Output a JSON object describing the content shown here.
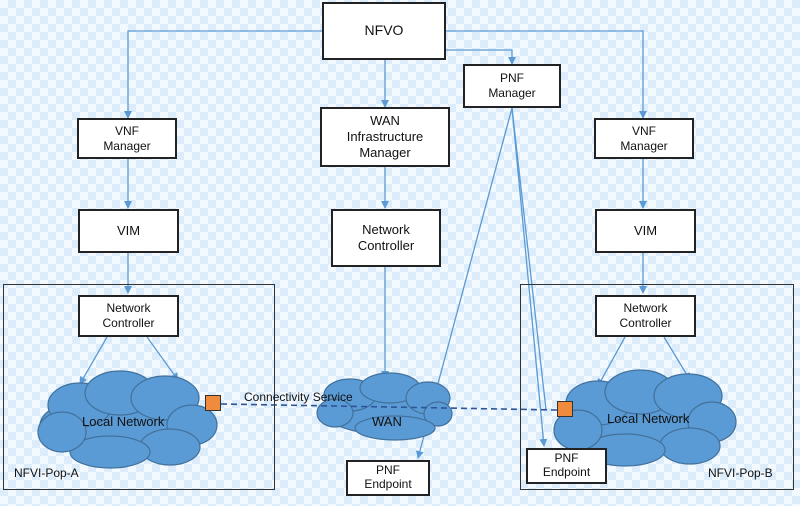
{
  "nodes": {
    "nfvo": "NFVO",
    "pnf_manager": [
      "PNF",
      "Manager"
    ],
    "vnf_manager_left": [
      "VNF",
      "Manager"
    ],
    "wan_infra_manager": [
      "WAN",
      "Infrastructure",
      "Manager"
    ],
    "vnf_manager_right": [
      "VNF",
      "Manager"
    ],
    "vim_left": "VIM",
    "network_controller_mid": [
      "Network",
      "Controller"
    ],
    "vim_right": "VIM",
    "network_controller_left": [
      "Network",
      "Controller"
    ],
    "network_controller_right": [
      "Network",
      "Controller"
    ],
    "pnf_endpoint_mid": [
      "PNF",
      "Endpoint"
    ],
    "pnf_endpoint_right": [
      "PNF",
      "Endpoint"
    ]
  },
  "clouds": {
    "local_network_left": "Local Network",
    "wan": "WAN",
    "local_network_right": "Local Network"
  },
  "regions": {
    "left": "NFVI-Pop-A",
    "right": "NFVI-Pop-B"
  },
  "connectivity_label": "Connectivity Service",
  "colors": {
    "arrow": "#5b9bd5",
    "cloud_fill": "#5b9bd5",
    "port": "#f08a3c",
    "dashed_link": "#2f5597"
  }
}
